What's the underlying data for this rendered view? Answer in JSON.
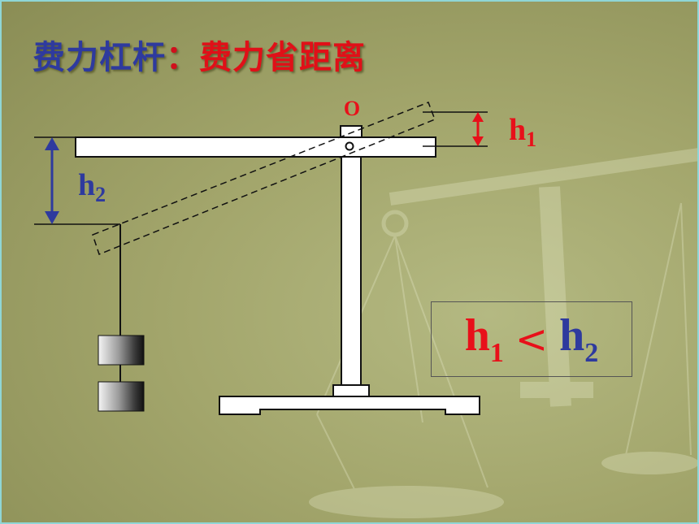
{
  "title": {
    "left": "费力杠杆",
    "colon": "：",
    "right": "费力省距离"
  },
  "diagram": {
    "pivot_label": "O",
    "h1": {
      "base": "h",
      "sub": "1"
    },
    "h2": {
      "base": "h",
      "sub": "2"
    }
  },
  "formula": {
    "left": {
      "base": "h",
      "sub": "1"
    },
    "operator": "<",
    "right": {
      "base": "h",
      "sub": "2"
    }
  },
  "colors": {
    "title_blue": "#2e3a9e",
    "title_red": "#e01018",
    "background": "#a3a66c"
  }
}
